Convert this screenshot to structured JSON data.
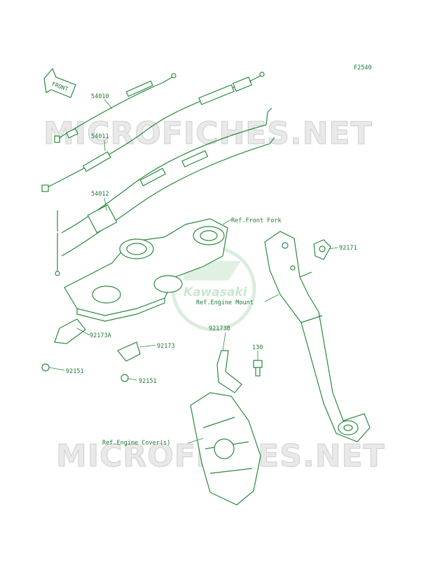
{
  "figure_code": "F2540",
  "front_arrow_label": "FRONT",
  "watermark": "MICROFICHES.NET",
  "logo_text": "Kawasaki",
  "colors": {
    "line": "#2b8a3e",
    "text": "#1f7a34",
    "watermark": "#d8d8d8"
  },
  "parts": {
    "p54010": "54010",
    "p54011": "54011",
    "p54012": "54012",
    "p92171": "92171",
    "p92173A": "92173A",
    "p92173": "92173",
    "p92173B": "92173B",
    "p92151a": "92151",
    "p92151b": "92151",
    "p130": "130"
  },
  "refs": {
    "front_fork": "Ref.Front Fork",
    "engine_mount": "Ref.Engine Mount",
    "engine_cover": "Ref.Engine Cover(s)"
  }
}
